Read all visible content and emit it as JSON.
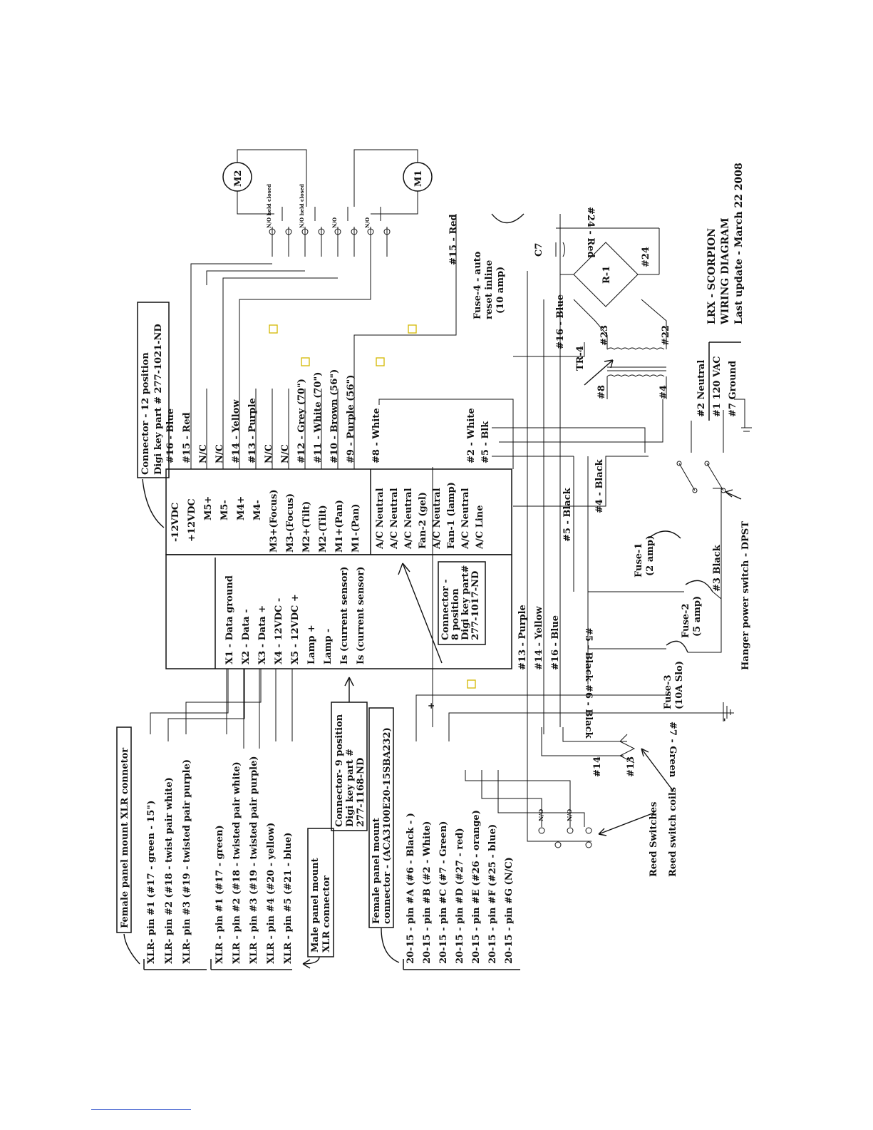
{
  "title_block": {
    "line1": "LRX - SCORPION",
    "line2": "WIRING DIAGRAM",
    "line3": "Last update - March 22 2008"
  },
  "motors": {
    "m1": "M1",
    "m2": "M2",
    "switch_hold_1": "N/O held closed",
    "switch_hold_2": "N/O held closed",
    "switch_no_1": "N/O",
    "switch_no_2": "N/O"
  },
  "connector_12": {
    "title_line1": "Connector - 12 position",
    "title_line2": "Digi key part # 277-1021-ND",
    "pins": [
      "-12VDC",
      "+12VDC",
      "M5+",
      "M5-",
      "M4+",
      "M4-",
      "M3+(Focus)",
      "M3-(Focus)",
      "M2+(Tilt)",
      "M2-(Tilt)",
      "M1+(Pan)",
      "M1-(Pan)"
    ],
    "wires": [
      "#16 - Blue",
      "#15 - Red",
      "N/C",
      "N/C",
      "#14 - Yellow",
      "#13 - Purple",
      "N/C",
      "N/C",
      "#12 - Grey (70\")",
      "#11 - White (70\")",
      "#10 - Brown (56\")",
      "#9 - Purple (56\")"
    ]
  },
  "connector_8": {
    "title_line1": "Connector -",
    "title_line2": "8 position",
    "title_line3": "Digi key part#",
    "title_line4": "277-1017-ND",
    "pins": [
      "A/C Neutral",
      "A/C Neutral",
      "A/C Neutral",
      "Fan-2 (gel)",
      "A/C Neutral",
      "Fan-1 (lamp)",
      "A/C Neutral",
      "A/C Line"
    ],
    "wires": [
      "#8 - White",
      "#2 - White",
      "#5 - Blk"
    ]
  },
  "connector_9": {
    "title_line1": "Connector- 9 position",
    "title_line2": "Digi key part #",
    "title_line3": "277-1168-ND",
    "pins": [
      "X1 - Data ground",
      "X2 - Data -",
      "X3 - Data +",
      "X4 - 12VDC -",
      "X5 - 12VDC +",
      "Lamp +",
      "Lamp -",
      "Is (current sensor)",
      "Is (current sensor)"
    ]
  },
  "xlr_female": {
    "title": "Female panel mount XLR connetor",
    "pins": [
      "XLR- pin #1 (#17 - green - 15\")",
      "XLR- pin #2 (#18 - twist pair white)",
      "XLR- pin #3 (#19 - twisted pair purple)"
    ]
  },
  "xlr_male": {
    "title_line1": "Male panel mount",
    "title_line2": "XLR connector",
    "pins": [
      "XLR - pin #1 (#17 - green)",
      "XLR - pin #2 (#18 - twisted pair white)",
      "XLR - pin #3 (#19 - twisted pair purple)",
      "XLR - pin #4 (#20 - yellow)",
      "XLR - pin #5 (#21 - blue)"
    ]
  },
  "female_connector": {
    "title_line1": "Female panel mount",
    "title_line2": "connector - (ACA3100E20-15SBA232)",
    "pins": [
      "20-15 - pin #A (#6 - Black - )",
      "20-15 - pin #B (#2 - White)",
      "20-15 - pin #C (#7 - Green)",
      "20-15 - pin #D (#27 - red)",
      "20-15 - pin #E (#26 - orange)",
      "20-15 - pin #F (#25 - blue)",
      "20-15 - pin #G (N/C)"
    ]
  },
  "power": {
    "fuse4_line1": "Fuse-4 - auto",
    "fuse4_line2": "reset inline",
    "fuse4_line3": "(10 amp)",
    "fuse1_line1": "Fuse-1",
    "fuse1_line2": "(2 amp)",
    "fuse2_line1": "Fuse-2",
    "fuse2_line2": "(5 amp)",
    "fuse3_line1": "Fuse-3",
    "fuse3_line2": "(10A Slo)",
    "capacitor": "C7",
    "rectifier": "R-1",
    "transformer": "TR-4",
    "switch": "Hanger power switch - DPST",
    "ac_neutral": "#2 Neutral",
    "ac_line": "#1 120 VAC",
    "ac_ground": "#7 Ground"
  },
  "wire_labels": {
    "w15_red": "#15 - Red",
    "w16_blue": "#16 - Blue",
    "w24_red": "#24 - Red",
    "w24": "#24",
    "w23": "#23",
    "w22": "#22",
    "w8": "#8",
    "w4": "#4",
    "w4_black": "#4 - Black",
    "w5_black": "#5 - Black",
    "w5_black_2": "#5 - Black",
    "w3_black": "#3 Black",
    "w6_black": "#6 - Black",
    "w7_green": "#7 - Green",
    "w13_purple": "#13 - Purple",
    "w14_yellow": "#14 - Yellow",
    "w16_blue_2": "#16 - Blue",
    "w14": "#14",
    "w13": "#13",
    "reed_coils": "Reed switch coils",
    "reed_switches": "Reed Switches",
    "reed_no": "N/O",
    "reed_no_2": "N/O"
  }
}
